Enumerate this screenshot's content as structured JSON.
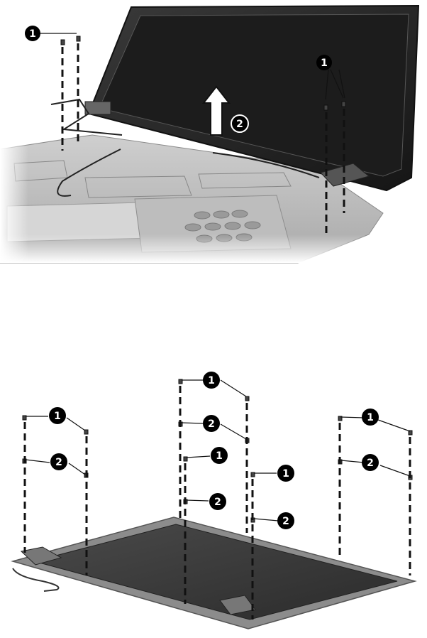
{
  "top_figure": {
    "callouts": [
      {
        "label": "1"
      },
      {
        "label": "1"
      },
      {
        "label": "2"
      }
    ]
  },
  "bottom_figure": {
    "callouts": [
      {
        "label": "1"
      },
      {
        "label": "2"
      },
      {
        "label": "1"
      },
      {
        "label": "2"
      },
      {
        "label": "1"
      },
      {
        "label": "2"
      },
      {
        "label": "1"
      },
      {
        "label": "2"
      },
      {
        "label": "1"
      },
      {
        "label": "2"
      }
    ]
  },
  "colors": {
    "callout_fill": "#000000",
    "callout_text": "#ffffff",
    "leader_line": "#111111",
    "display_panel": "#2a2a2a",
    "base_chassis": "#b9b9b9"
  }
}
